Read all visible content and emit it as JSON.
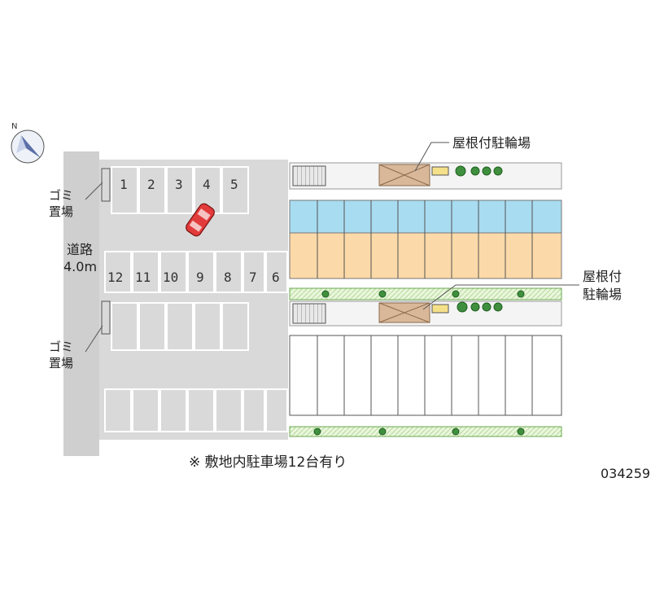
{
  "labels": {
    "road_line1": "道路",
    "road_line2": "4.0m",
    "garbage_top_1": "ゴミ",
    "garbage_top_2": "置場",
    "garbage_bottom_1": "ゴミ",
    "garbage_bottom_2": "置場",
    "bike_shed_top": "屋根付駐輪場",
    "bike_shed_right_1": "屋根付",
    "bike_shed_right_2": "駐輪場",
    "parking_note": "※ 敷地内駐車場12台有り",
    "property_code": "034259"
  },
  "compass": {
    "label": "N",
    "icon": "compass-icon"
  },
  "parking_top_row": [
    "1",
    "2",
    "3",
    "4",
    "5"
  ],
  "parking_middle_row": [
    "12",
    "11",
    "10",
    "9",
    "8",
    "7",
    "6"
  ],
  "highlighted_space": "4",
  "colors": {
    "site_gray": "#d9d9d9",
    "road_gray": "#bfbfbf",
    "unit_orange": "#fcd9a8",
    "unit_blue": "#a8dcf0",
    "bike_shed": "#d9b89a",
    "car_red": "#e23b3b",
    "greenery": "#3f8f3f",
    "hedge": "#b7e0a0"
  },
  "icons": [
    "compass-icon",
    "car-icon",
    "tree-icon",
    "stair-icon",
    "bike-shed-icon"
  ]
}
